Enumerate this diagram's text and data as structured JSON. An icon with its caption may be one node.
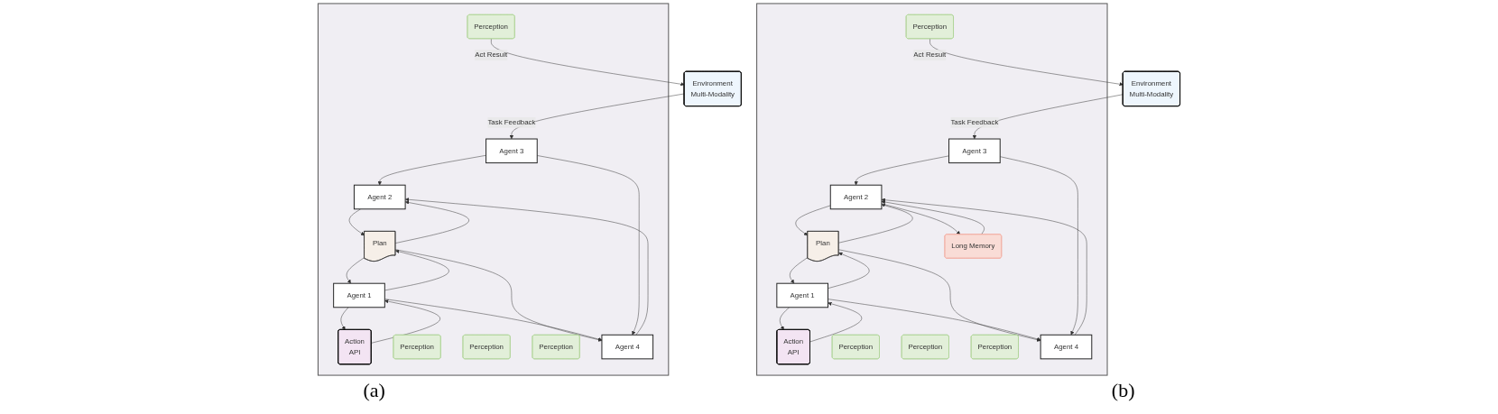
{
  "diagram": {
    "nodes": [
      {
        "text": [],
        "shape": "box"
      },
      {
        "text": [
          "Action",
          "API"
        ],
        "in": 0
      },
      {
        "text": [
          "Perception"
        ],
        "in": 0
      },
      {
        "text": [
          "Agent 1"
        ],
        "in": 0
      },
      {
        "text": [
          "Plan"
        ],
        "in": 0
      },
      {
        "text": [
          "Perception"
        ],
        "in": 0
      },
      {
        "text": [
          "Agent 2"
        ],
        "in": 0
      },
      {
        "text": [
          "Perception"
        ],
        "in": 0
      },
      {
        "text": [
          "Perception"
        ],
        "in": 0
      },
      {
        "text": [
          "Agent 4"
        ],
        "in": 0
      },
      {
        "text": [
          "Agent 3"
        ],
        "in": 0
      },
      {
        "text": [
          "Environment",
          "Multi-Modality"
        ]
      },
      {
        "text": [],
        "shape": "box"
      },
      {
        "text": [
          "Action",
          "API"
        ],
        "in": 12
      },
      {
        "text": [
          "Perception"
        ],
        "in": 12
      },
      {
        "text": [
          "Agent 1"
        ],
        "in": 12
      },
      {
        "text": [
          "Plan"
        ],
        "in": 12
      },
      {
        "text": [
          "Perception"
        ],
        "in": 12
      },
      {
        "text": [
          "Agent 2"
        ],
        "in": 12
      },
      {
        "text": [
          "Long Memory"
        ],
        "in": 12
      },
      {
        "text": [
          "Perception"
        ],
        "in": 12
      },
      {
        "text": [
          "Perception"
        ],
        "in": 12
      },
      {
        "text": [
          "Agent 4"
        ],
        "in": 12
      },
      {
        "text": [
          "Agent 3"
        ],
        "in": 12
      },
      {
        "text": [
          "Environment",
          "Multi-Modality"
        ]
      }
    ],
    "edges": [
      {
        "from": 1,
        "to": 3,
        "arrow": "to"
      },
      {
        "from": 3,
        "to": 1,
        "arrow": "to"
      },
      {
        "from": 3,
        "to": 4,
        "arrow": "to"
      },
      {
        "from": 4,
        "to": 3,
        "arrow": "to"
      },
      {
        "from": 4,
        "to": 6,
        "arrow": "to"
      },
      {
        "from": 6,
        "to": 4,
        "arrow": "to"
      },
      {
        "from": 4,
        "to": 9,
        "arrow": "to"
      },
      {
        "from": 3,
        "to": 9,
        "arrow": "to"
      },
      {
        "from": 9,
        "to": 6,
        "arrow": "to"
      },
      {
        "from": 10,
        "to": 6,
        "arrow": "to"
      },
      {
        "from": 10,
        "to": 9,
        "arrow": "to"
      },
      {
        "from": 8,
        "to": 11,
        "label": "Act Result",
        "arrow": "to"
      },
      {
        "from": 11,
        "to": 10,
        "label": "Task Feedback",
        "arrow": "to"
      },
      {
        "from": 13,
        "to": 15,
        "arrow": "to"
      },
      {
        "from": 15,
        "to": 13,
        "arrow": "to"
      },
      {
        "from": 15,
        "to": 16,
        "arrow": "to"
      },
      {
        "from": 16,
        "to": 15,
        "arrow": "to"
      },
      {
        "from": 16,
        "to": 18,
        "arrow": "to"
      },
      {
        "from": 18,
        "to": 16,
        "arrow": "to"
      },
      {
        "from": 18,
        "to": 19,
        "arrow": "to"
      },
      {
        "from": 19,
        "to": 18,
        "arrow": "to"
      },
      {
        "from": 16,
        "to": 22,
        "arrow": "to"
      },
      {
        "from": 15,
        "to": 22,
        "arrow": "to"
      },
      {
        "from": 22,
        "to": 18,
        "arrow": "to"
      },
      {
        "from": 23,
        "to": 18,
        "arrow": "to"
      },
      {
        "from": 23,
        "to": 22,
        "arrow": "to"
      },
      {
        "from": 21,
        "to": 24,
        "label": "Act Result",
        "arrow": "to"
      },
      {
        "from": 24,
        "to": 23,
        "label": "Task Feedback",
        "arrow": "to"
      }
    ],
    "labels": [
      "(a)",
      "(b)"
    ]
  }
}
